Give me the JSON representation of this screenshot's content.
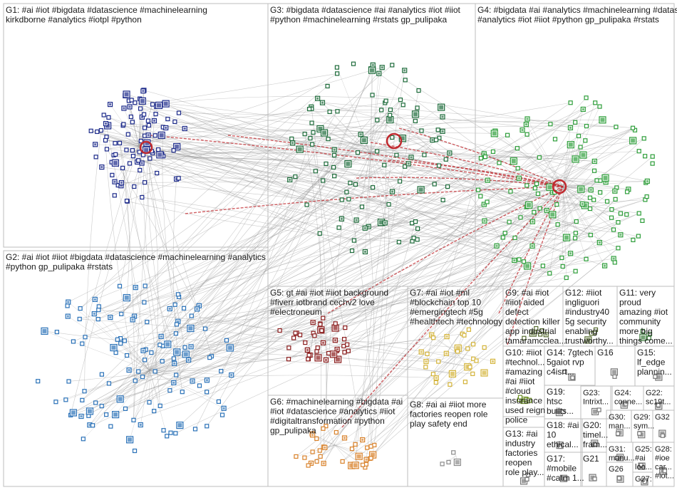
{
  "groups": [
    {
      "id": "G1",
      "lines": [
        "G1: #ai #iot #bigdata #datascience #machinelearning",
        "kirkdborne #analytics #iotpl #python"
      ],
      "color": "#1c2a8a",
      "node_count": 95
    },
    {
      "id": "G2",
      "lines": [
        "G2: #ai #iot #iiot #bigdata #datascience #machinelearning #analytics",
        "#python gp_pulipaka #rstats"
      ],
      "color": "#2b72b8",
      "node_count": 120
    },
    {
      "id": "G3",
      "lines": [
        "G3: #bigdata #datascience #ai #analytics #iot #iiot",
        "#python #machinelearning #rstats gp_pulipaka"
      ],
      "color": "#1d6b3a",
      "node_count": 110
    },
    {
      "id": "G4",
      "lines": [
        "G4: #bigdata #ai #analytics #machinelearning #datascience",
        "#analytics #iot #iiot #python gp_pulipaka #rstats"
      ],
      "color": "#2e9e3a",
      "node_count": 130
    },
    {
      "id": "G5",
      "lines": [
        "G5: gt #ai #iot #iiot background",
        "#fiverr iotbrand cechv2 love",
        "#electroneum"
      ],
      "color": "#8a1c1c",
      "node_count": 40
    },
    {
      "id": "G6",
      "lines": [
        "G6: #machinelearning #bigdata #ai",
        "#iot #datascience #analytics #iiot",
        "#digitaltransformation #python",
        "gp_pulipaka"
      ],
      "color": "#d9822b",
      "node_count": 35
    },
    {
      "id": "G7",
      "lines": [
        "G7: #ai #iot #ml",
        "#blockchain top 10",
        "#emergingtech #5g",
        "#healthtech #technology"
      ],
      "color": "#d4b43a",
      "node_count": 30
    },
    {
      "id": "G8",
      "lines": [
        "G8: #ai ai #iiot more",
        "factories reopen role",
        "play safety end"
      ],
      "color": "#8a8a8a",
      "node_count": 4
    },
    {
      "id": "G9",
      "lines": [
        "G9: #ai #iot",
        "#iiot aided",
        "defect",
        "detection killer",
        "app industrial",
        "tamaramcclea..."
      ],
      "color": "#556b2f",
      "node_count": 6
    },
    {
      "id": "G10",
      "lines": [
        "G10: #iiot",
        "#technol...",
        "#amazing",
        "#ai #iiot",
        "#cloud",
        "insurance",
        "used reign",
        "police"
      ],
      "color": "#6b8e23",
      "node_count": 5
    },
    {
      "id": "G11",
      "lines": [
        "G11: very",
        "proud",
        "amazing #iot",
        "community",
        "more big",
        "things come..."
      ],
      "color": "#3a7a3a",
      "node_count": 4
    },
    {
      "id": "G12",
      "lines": [
        "G12: #iiot",
        "ingliguori",
        "#industry40",
        "5g security",
        "enabling",
        "trustworthy..."
      ],
      "color": "#556b2f",
      "node_count": 4
    },
    {
      "id": "G13",
      "lines": [
        "G13: #ai",
        "industry",
        "factories",
        "reopen",
        "role play..."
      ],
      "color": "#777777",
      "node_count": 3
    },
    {
      "id": "G14",
      "lines": [
        "G14: 7gtech",
        "5gaiot rvp",
        "c4isrt..."
      ],
      "color": "#777777",
      "node_count": 3
    },
    {
      "id": "G15",
      "lines": [
        "G15:",
        "lf_edge",
        "plannin..."
      ],
      "color": "#777777",
      "node_count": 2
    },
    {
      "id": "G16",
      "lines": [
        "G16"
      ],
      "color": "#777777",
      "node_count": 2
    },
    {
      "id": "G17",
      "lines": [
        "G17:",
        "#mobile",
        "#catm 1..."
      ],
      "color": "#777777",
      "node_count": 2
    },
    {
      "id": "G18",
      "lines": [
        "G18: #ai",
        "10",
        "ethical..."
      ],
      "color": "#777777",
      "node_count": 2
    },
    {
      "id": "G19",
      "lines": [
        "G19:",
        "htsc",
        "builts..."
      ],
      "color": "#777777",
      "node_count": 2
    },
    {
      "id": "G20",
      "lines": [
        "G20:",
        "timel...",
        "fram..."
      ],
      "color": "#777777",
      "node_count": 2
    },
    {
      "id": "G21",
      "lines": [
        "G21"
      ],
      "color": "#777777",
      "node_count": 2
    },
    {
      "id": "G22",
      "lines": [
        "G22:",
        "sc19t..."
      ],
      "color": "#777777",
      "node_count": 2
    },
    {
      "id": "G23",
      "lines": [
        "G23:",
        "Intrixt..."
      ],
      "color": "#777777",
      "node_count": 2
    },
    {
      "id": "G24",
      "lines": [
        "G24:",
        "conne..."
      ],
      "color": "#777777",
      "node_count": 2
    },
    {
      "id": "G25",
      "lines": [
        "G25:",
        "#ai",
        "loo..."
      ],
      "color": "#777777",
      "node_count": 2
    },
    {
      "id": "G26",
      "lines": [
        "G26"
      ],
      "color": "#777777",
      "node_count": 2
    },
    {
      "id": "G27",
      "lines": [
        "G27:"
      ],
      "color": "#777777",
      "node_count": 2
    },
    {
      "id": "G28",
      "lines": [
        "G28:",
        "#ioe",
        "car...",
        "#iot..."
      ],
      "color": "#777777",
      "node_count": 2
    },
    {
      "id": "G29",
      "lines": [
        "G29:",
        "sym..."
      ],
      "color": "#777777",
      "node_count": 2
    },
    {
      "id": "G30",
      "lines": [
        "G30:",
        "man..."
      ],
      "color": "#777777",
      "node_count": 2
    },
    {
      "id": "G31",
      "lines": [
        "G31:",
        "manu..."
      ],
      "color": "#777777",
      "node_count": 2
    },
    {
      "id": "G32",
      "lines": [
        "G32"
      ],
      "color": "#777777",
      "node_count": 2
    }
  ],
  "edge_colors": {
    "default": "#9a9a9a",
    "highlight": "#c0282d"
  }
}
